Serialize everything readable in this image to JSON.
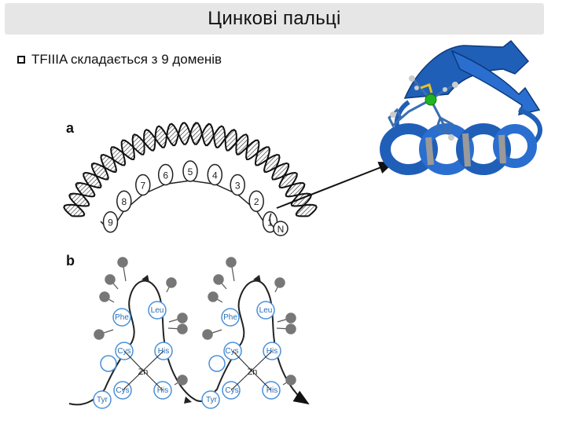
{
  "title": "Цинкові пальці",
  "bullet": {
    "text": "TFIIIA складається з 9 доменів"
  },
  "panel_a": {
    "label": "a",
    "finger_numbers": [
      "9",
      "8",
      "7",
      "6",
      "5",
      "4",
      "3",
      "2",
      "1"
    ],
    "n_terminus": "N"
  },
  "panel_b": {
    "label": "b",
    "zn": "Zn",
    "residues": {
      "phe": "Phe",
      "leu": "Leu",
      "cys": "Cys",
      "his": "His",
      "tyr": "Tyr"
    }
  },
  "colors": {
    "protein_blue": "#1f5fb8",
    "zinc_green": "#22b322",
    "residue_ring": "#4a90d9"
  }
}
